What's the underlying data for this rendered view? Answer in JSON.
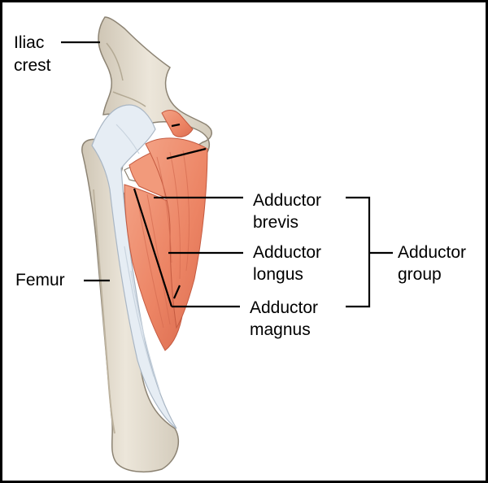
{
  "labels": {
    "iliac_crest_line1": "Iliac",
    "iliac_crest_line2": "crest",
    "femur": "Femur",
    "adductor_brevis_line1": "Adductor",
    "adductor_brevis_line2": "brevis",
    "adductor_longus_line1": "Adductor",
    "adductor_longus_line2": "longus",
    "adductor_magnus_line1": "Adductor",
    "adductor_magnus_line2": "magnus",
    "adductor_group_line1": "Adductor",
    "adductor_group_line2": "group"
  },
  "colors": {
    "bone": "#e4ddcf",
    "bone_outline": "#8c8373",
    "muscle": "#ef8b6c",
    "muscle_dark": "#d86a4e",
    "ligament": "#e6edf4",
    "leader_line": "#000000"
  }
}
